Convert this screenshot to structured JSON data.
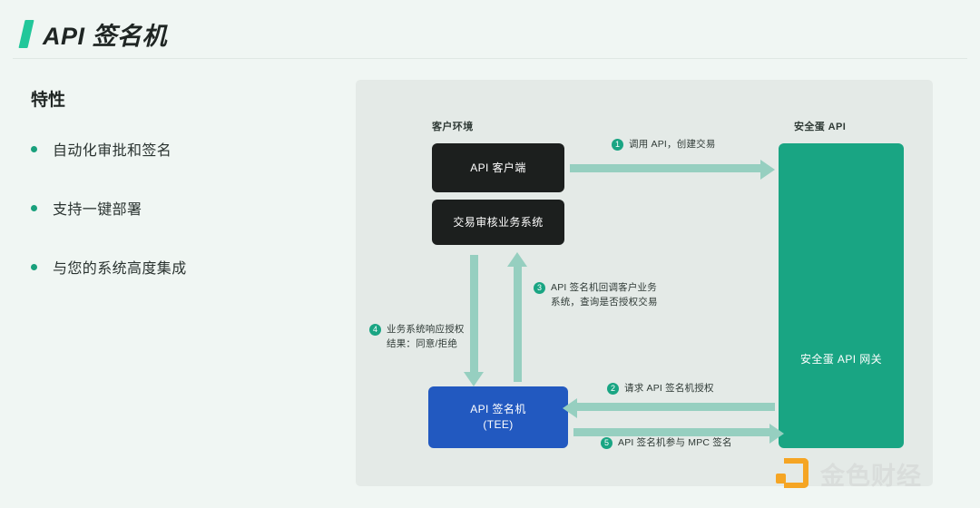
{
  "header": {
    "title": "API 签名机",
    "accent_color": "#22c79a"
  },
  "features": {
    "heading": "特性",
    "items": [
      {
        "label": "自动化审批和签名"
      },
      {
        "label": "支持一键部署"
      },
      {
        "label": "与您的系统高度集成"
      }
    ]
  },
  "diagram": {
    "background_color": "#e4eae7",
    "column_headers": {
      "client": "客户环境",
      "secure": "安全蛋 API"
    },
    "nodes": {
      "api_client": {
        "label": "API 客户端",
        "color": "#1c1f1e"
      },
      "audit_system": {
        "label": "交易审核业务系统",
        "color": "#1c1f1e"
      },
      "api_signer_line1": "API 签名机",
      "api_signer_line2": "(TEE)",
      "api_signer_color": "#2259c0",
      "gateway": {
        "label": "安全蛋 API 网关",
        "color": "#19a583"
      }
    },
    "flows": [
      {
        "step": "1",
        "text": "调用 API，创建交易",
        "direction": "right"
      },
      {
        "step": "2",
        "text": "请求 API 签名机授权",
        "direction": "left"
      },
      {
        "step": "3",
        "text": "API 签名机回调客户业务\n系统，查询是否授权交易",
        "direction": "up"
      },
      {
        "step": "4",
        "text": "业务系统响应授权\n结果：同意/拒绝",
        "direction": "down"
      },
      {
        "step": "5",
        "text": "API 签名机参与 MPC 签名",
        "direction": "right"
      }
    ],
    "arrow_color": "#96cfc0"
  },
  "watermark": {
    "text": "金色财经",
    "mark_color": "#f5a524"
  }
}
